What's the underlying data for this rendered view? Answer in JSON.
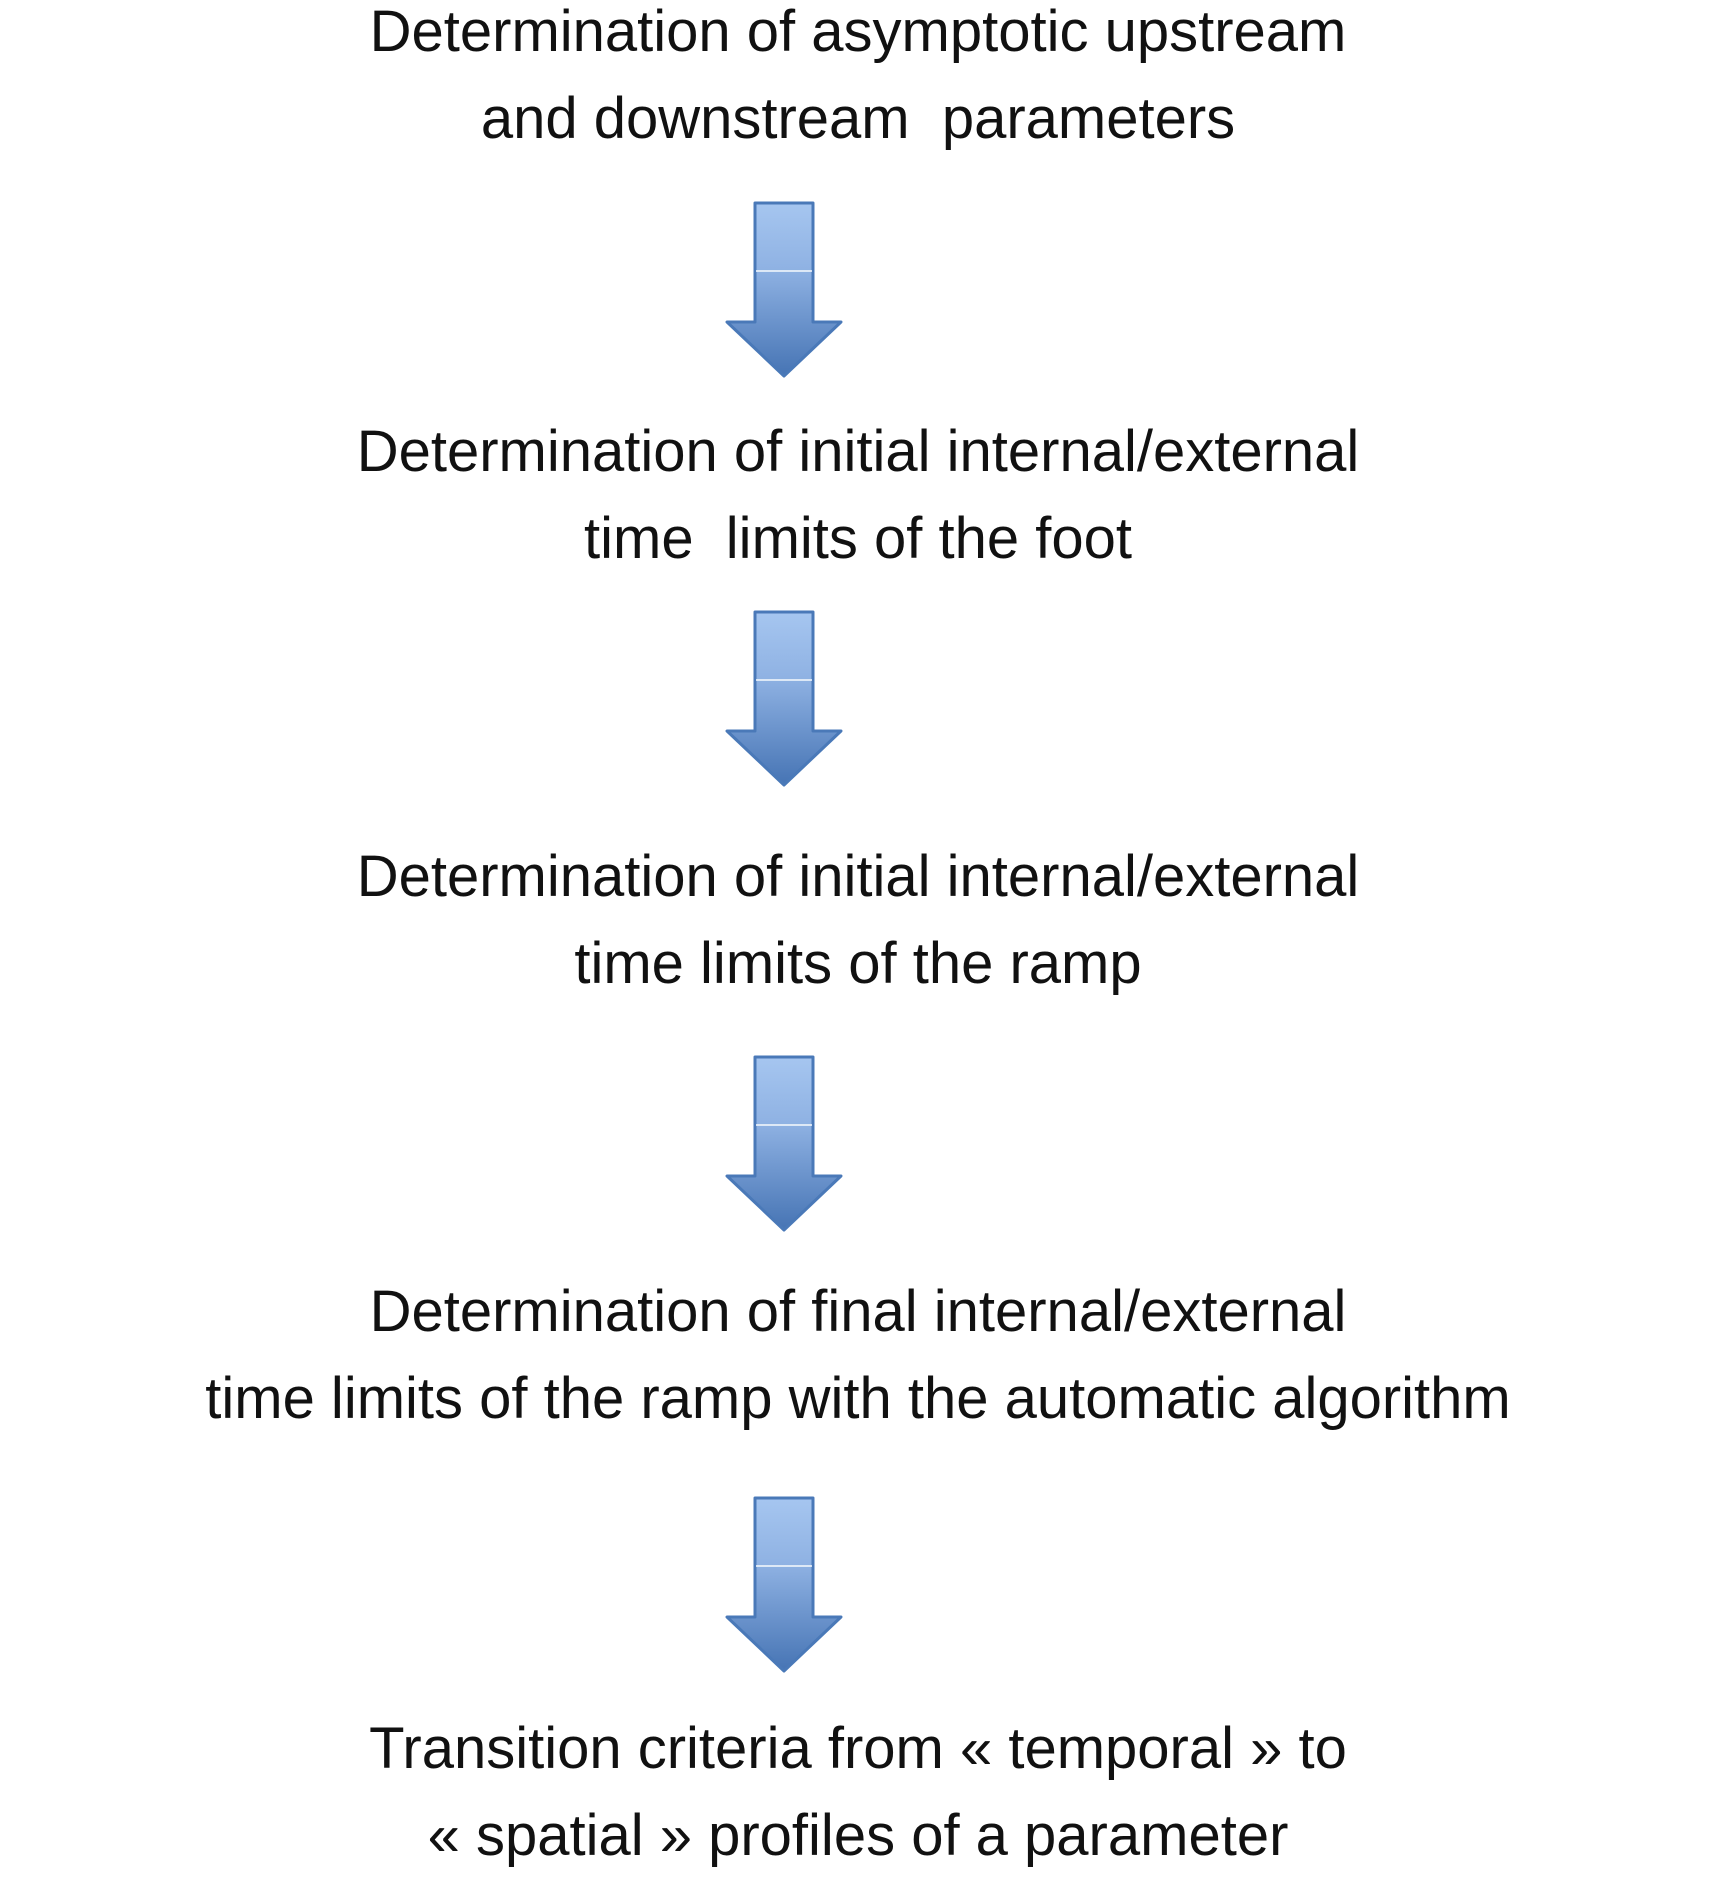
{
  "page": {
    "background": "#ffffff",
    "text_color": "#111111"
  },
  "flow": {
    "steps": [
      {
        "line1": "Determination of asymptotic upstream",
        "line2": "and downstream  parameters"
      },
      {
        "line1": "Determination of initial internal/external",
        "line2": "time  limits of the foot"
      },
      {
        "line1": "Determination of initial internal/external",
        "line2": "time limits of the ramp"
      },
      {
        "line1": "Determination of final internal/external",
        "line2": "time limits of the ramp with the automatic algorithm"
      },
      {
        "line1": "Transition criteria from « temporal » to",
        "line2": "« spatial » profiles of a parameter"
      }
    ],
    "arrow": {
      "icon": "down-arrow-icon",
      "fill_top": "#a6c6f0",
      "fill_mid": "#8fb2e3",
      "fill_bottom": "#4674b4",
      "border": "#4a79b8",
      "seam_color": "#f7fafd"
    }
  }
}
